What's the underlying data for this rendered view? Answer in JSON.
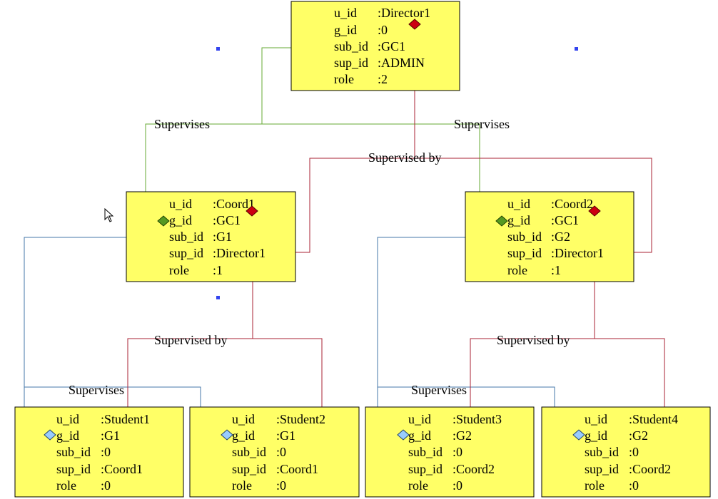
{
  "colors": {
    "box_fill": "#ffff66",
    "supervises_line": "#66aa33",
    "supervised_by_line": "#aa2233",
    "group_line": "#4477aa",
    "green_diamond": "#559922",
    "red_diamond": "#cc0011",
    "blue_diamond": "#99ccff",
    "handle": "#3344ee"
  },
  "boxes": [
    {
      "id": "director1",
      "rows": [
        {
          "key": "u_id",
          "value": ":Director1"
        },
        {
          "key": "g_id",
          "value": ":0"
        },
        {
          "key": "sub_id",
          "value": ":GC1"
        },
        {
          "key": "sup_id",
          "value": ":ADMIN"
        },
        {
          "key": "role",
          "value": ":2"
        }
      ]
    },
    {
      "id": "coord1",
      "rows": [
        {
          "key": "u_id",
          "value": ":Coord1"
        },
        {
          "key": "g_id",
          "value": ":GC1"
        },
        {
          "key": "sub_id",
          "value": ":G1"
        },
        {
          "key": "sup_id",
          "value": ":Director1"
        },
        {
          "key": "role",
          "value": ":1"
        }
      ]
    },
    {
      "id": "coord2",
      "rows": [
        {
          "key": "u_id",
          "value": ":Coord2"
        },
        {
          "key": "g_id",
          "value": ":GC1"
        },
        {
          "key": "sub_id",
          "value": ":G2"
        },
        {
          "key": "sup_id",
          "value": ":Director1"
        },
        {
          "key": "role",
          "value": ":1"
        }
      ]
    },
    {
      "id": "student1",
      "rows": [
        {
          "key": "u_id",
          "value": ":Student1"
        },
        {
          "key": "g_id",
          "value": ":G1"
        },
        {
          "key": "sub_id",
          "value": ":0"
        },
        {
          "key": "sup_id",
          "value": ":Coord1"
        },
        {
          "key": "role",
          "value": ":0"
        }
      ]
    },
    {
      "id": "student2",
      "rows": [
        {
          "key": "u_id",
          "value": ":Student2"
        },
        {
          "key": "g_id",
          "value": ":G1"
        },
        {
          "key": "sub_id",
          "value": ":0"
        },
        {
          "key": "sup_id",
          "value": ":Coord1"
        },
        {
          "key": "role",
          "value": ":0"
        }
      ]
    },
    {
      "id": "student3",
      "rows": [
        {
          "key": "u_id",
          "value": ":Student3"
        },
        {
          "key": "g_id",
          "value": ":G2"
        },
        {
          "key": "sub_id",
          "value": ":0"
        },
        {
          "key": "sup_id",
          "value": ":Coord2"
        },
        {
          "key": "role",
          "value": ":0"
        }
      ]
    },
    {
      "id": "student4",
      "rows": [
        {
          "key": "u_id",
          "value": ":Student4"
        },
        {
          "key": "g_id",
          "value": ":G2"
        },
        {
          "key": "sub_id",
          "value": ":0"
        },
        {
          "key": "sup_id",
          "value": ":Coord2"
        },
        {
          "key": "role",
          "value": ":0"
        }
      ]
    }
  ],
  "labels": {
    "supervises_left": "Supervises",
    "supervises_right": "Supervises",
    "supervised_by_top": "Supervised by",
    "supervised_by_left": "Supervised by",
    "supervised_by_right": "Supervised by",
    "supervises_students_left": "Supervises",
    "supervises_students_right": "Supervises"
  },
  "icons": {
    "pointer": "mouse-pointer-icon",
    "supervises_end": "green-diamond-icon",
    "supervised_by_end": "red-diamond-icon",
    "group_end": "blue-diamond-icon"
  }
}
